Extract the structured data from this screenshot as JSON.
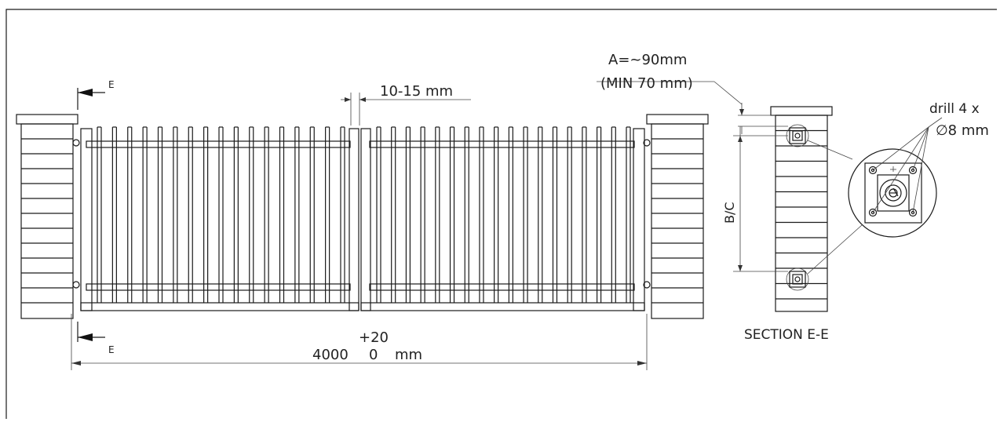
{
  "drawing": {
    "section_mark_top": "E",
    "section_mark_bottom": "E",
    "gap_label": "10-15 mm",
    "width_tolerance": "+20",
    "width_value": "4000",
    "width_tolerance_low": "0",
    "width_unit": "mm",
    "a_label": "A=~90mm",
    "a_min_label": "(MIN 70 mm)",
    "bc_label": "B/C",
    "drill_label_1": "drill 4 x",
    "drill_label_2": "∅8 mm",
    "section_title": "SECTION E-E"
  }
}
